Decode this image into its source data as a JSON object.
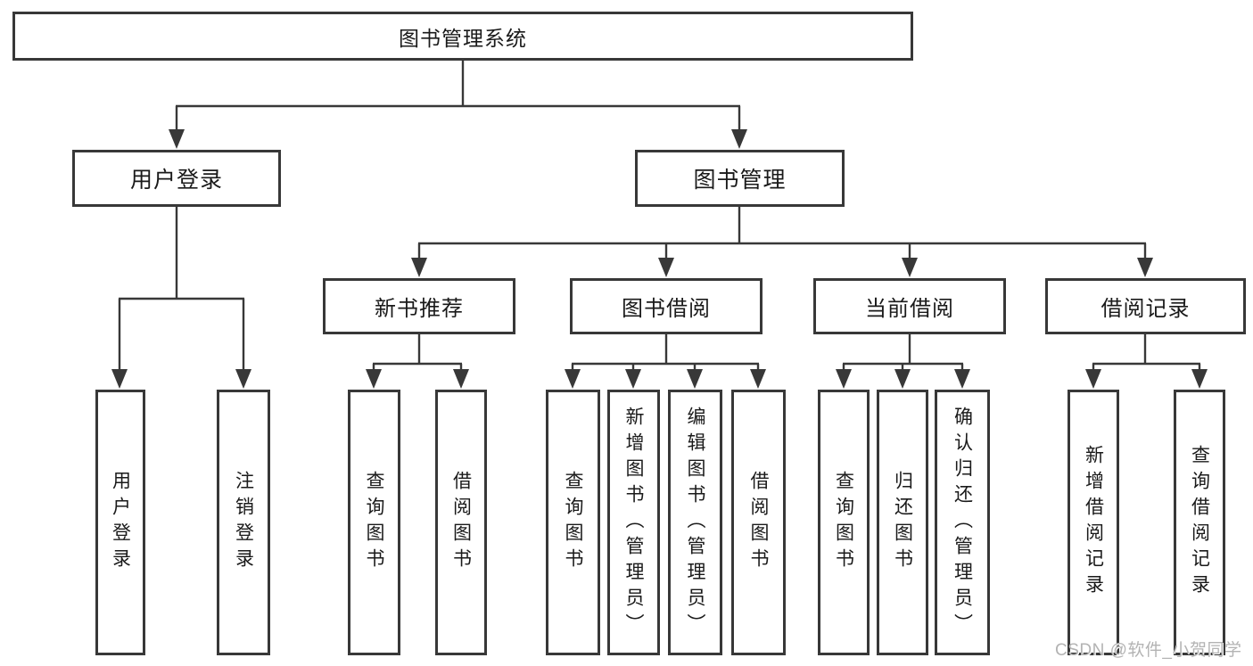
{
  "diagram": {
    "title": "图书管理系统",
    "root": {
      "label": "图书管理系统"
    },
    "level2": [
      {
        "id": "user-login",
        "label": "用户登录"
      },
      {
        "id": "book-management",
        "label": "图书管理"
      }
    ],
    "level3": [
      {
        "id": "new-book-recommend",
        "label": "新书推荐"
      },
      {
        "id": "book-borrowing",
        "label": "图书借阅"
      },
      {
        "id": "current-borrowing",
        "label": "当前借阅"
      },
      {
        "id": "borrowing-records",
        "label": "借阅记录"
      }
    ],
    "leaves": [
      {
        "id": "user-login-leaf",
        "label": "用户登录"
      },
      {
        "id": "logout",
        "label": "注销登录"
      },
      {
        "id": "query-books-1",
        "label": "查询图书"
      },
      {
        "id": "borrow-books-1",
        "label": "借阅图书"
      },
      {
        "id": "query-books-2",
        "label": "查询图书"
      },
      {
        "id": "add-books-admin",
        "label": "新增图书（管理员）"
      },
      {
        "id": "edit-books-admin",
        "label": "编辑图书（管理员）"
      },
      {
        "id": "borrow-books-2",
        "label": "借阅图书"
      },
      {
        "id": "query-books-3",
        "label": "查询图书"
      },
      {
        "id": "return-books",
        "label": "归还图书"
      },
      {
        "id": "confirm-return-admin",
        "label": "确认归还（管理员）"
      },
      {
        "id": "add-borrow-record",
        "label": "新增借阅记录"
      },
      {
        "id": "query-borrow-record",
        "label": "查询借阅记录"
      }
    ]
  },
  "watermark": {
    "text": "CSDN @软件_小贺同学"
  },
  "colors": {
    "border": "#383838",
    "line": "#383838",
    "text": "#1a1a1a",
    "watermark": "#b3b3b3",
    "background": "#ffffff"
  }
}
